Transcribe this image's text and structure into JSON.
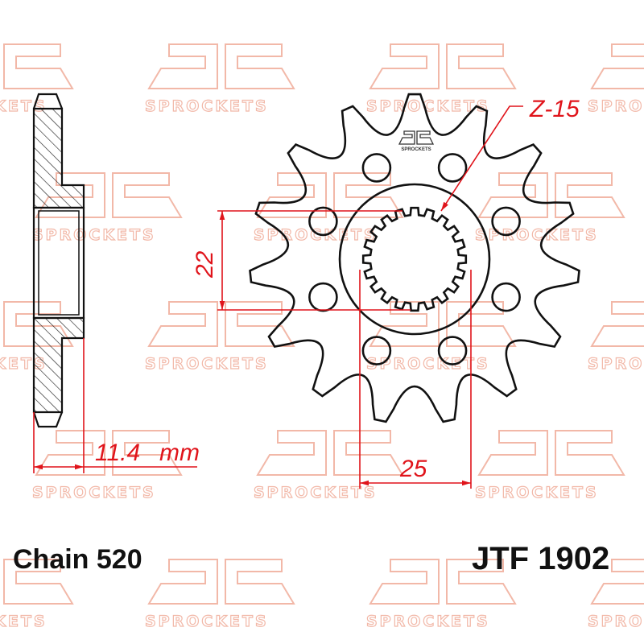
{
  "watermark": {
    "text": "SPROCKETS",
    "color": "#f2b8a8"
  },
  "logo": {
    "text": "SPROCKETS"
  },
  "drawing": {
    "teeth_label": "Z-15",
    "spline_dim": "22",
    "hub_dim": "25",
    "thickness_value": "11.4",
    "thickness_unit": "mm",
    "dimension_color": "#e0141b",
    "outline_color": "#111111"
  },
  "footer": {
    "chain": "Chain 520",
    "part_number": "JTF 1902"
  }
}
